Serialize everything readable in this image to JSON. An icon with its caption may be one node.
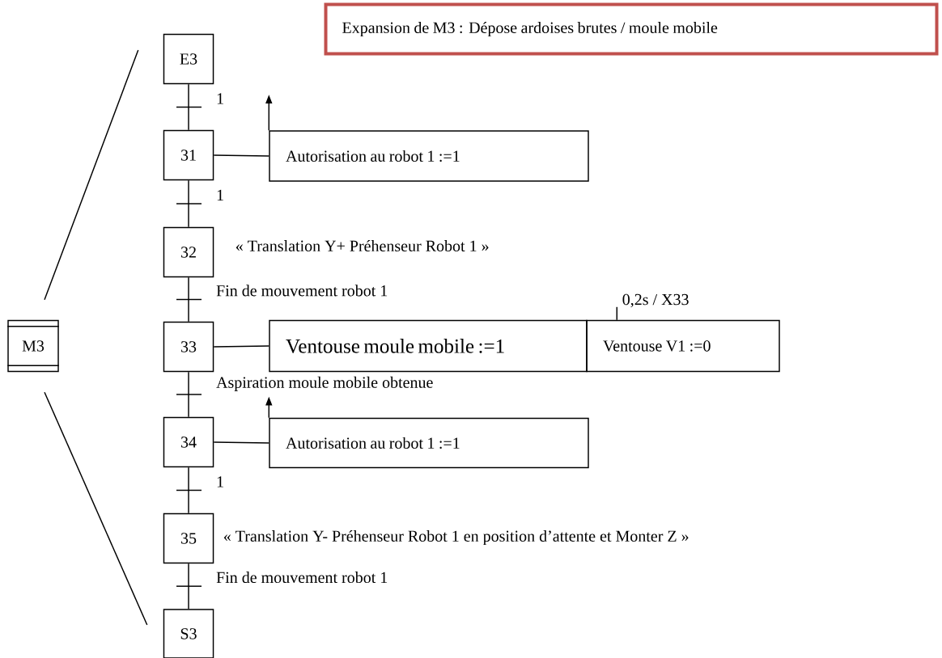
{
  "diagram": {
    "title": "Expansion de M3 : Dépose ardoises brutes / moule mobile",
    "nodes": [
      {
        "text": [
          "M3"
        ]
      },
      {
        "text": [
          "E3"
        ]
      },
      {
        "text": [
          "31"
        ]
      },
      {
        "text": [
          "Autorisation au robot 1 :=1"
        ]
      },
      {
        "text": [
          "32"
        ],
        "beside": [
          "« Translation Y+ Préhenseur Robot 1  »"
        ]
      },
      {
        "text": [
          "33"
        ]
      },
      {
        "text": [
          "Ventouse moule mobile :=1"
        ]
      },
      {
        "text": [
          "Ventouse V1 :=0"
        ],
        "beside": [
          "0,2s / X33"
        ]
      },
      {
        "text": [
          "34"
        ]
      },
      {
        "text": [
          "Autorisation au robot 1 :=1"
        ]
      },
      {
        "text": [
          "35"
        ],
        "beside": [
          "« Translation Y- Préhenseur Robot 1 en position d’attente et Monter Z »"
        ]
      },
      {
        "text": [
          "S3"
        ]
      }
    ],
    "edges": [
      {
        "from": 0,
        "to": 1,
        "arrow": "none"
      },
      {
        "from": 0,
        "to": 11,
        "arrow": "none"
      },
      {
        "from": 1,
        "to": 2,
        "arrow": "none",
        "label": "1"
      },
      {
        "from": 2,
        "to": 3,
        "arrow": "none"
      },
      {
        "from": 3,
        "to": null,
        "arrow": "to"
      },
      {
        "from": 2,
        "to": 4,
        "arrow": "none",
        "label": "1"
      },
      {
        "from": 4,
        "to": 5,
        "arrow": "none",
        "label": "Fin de mouvement robot 1"
      },
      {
        "from": 5,
        "to": 6,
        "arrow": "none"
      },
      {
        "from": 5,
        "to": 8,
        "arrow": "none",
        "label": "Aspiration moule mobile obtenue"
      },
      {
        "from": 8,
        "to": 9,
        "arrow": "none"
      },
      {
        "from": 9,
        "to": null,
        "arrow": "to"
      },
      {
        "from": 8,
        "to": 10,
        "arrow": "none",
        "label": "1"
      },
      {
        "from": 10,
        "to": 11,
        "arrow": "none",
        "label": "Fin de mouvement robot 1"
      }
    ]
  }
}
